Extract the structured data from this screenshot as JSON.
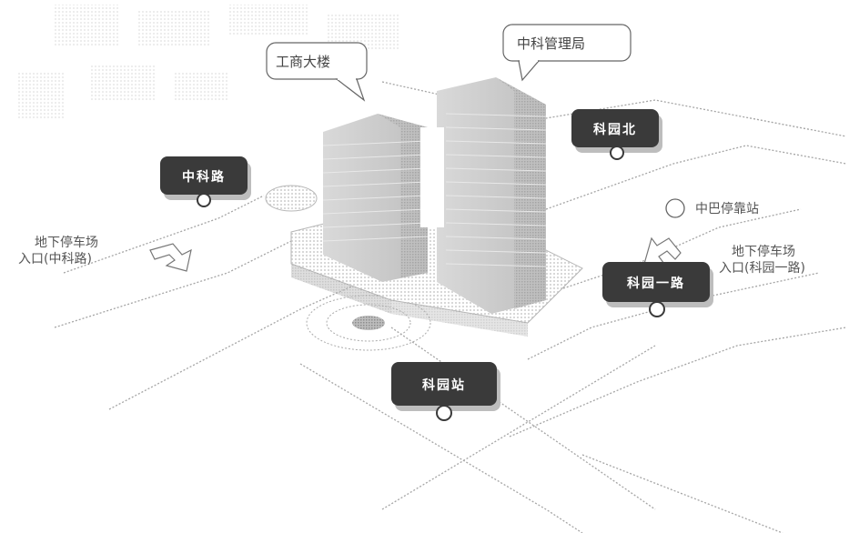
{
  "callouts": {
    "gongshang": "工商大楼",
    "zhongke": "中科管理局"
  },
  "parking_left": {
    "line1": "地下停车场",
    "line2": "入口(中科路)"
  },
  "parking_right": {
    "line1": "地下停车场",
    "line2": "入口(科园一路)"
  },
  "legend": {
    "label": "中巴停靠站"
  },
  "stations": [
    {
      "text": "中科路"
    },
    {
      "text": "科园北"
    },
    {
      "text": "科园一路"
    },
    {
      "text": "科园站"
    }
  ],
  "colors": {
    "sign_fill": "#3a3a3a",
    "building_fill": "#cfcfcf",
    "road_line": "#9a9a9a",
    "bubble_stroke": "#666666"
  }
}
